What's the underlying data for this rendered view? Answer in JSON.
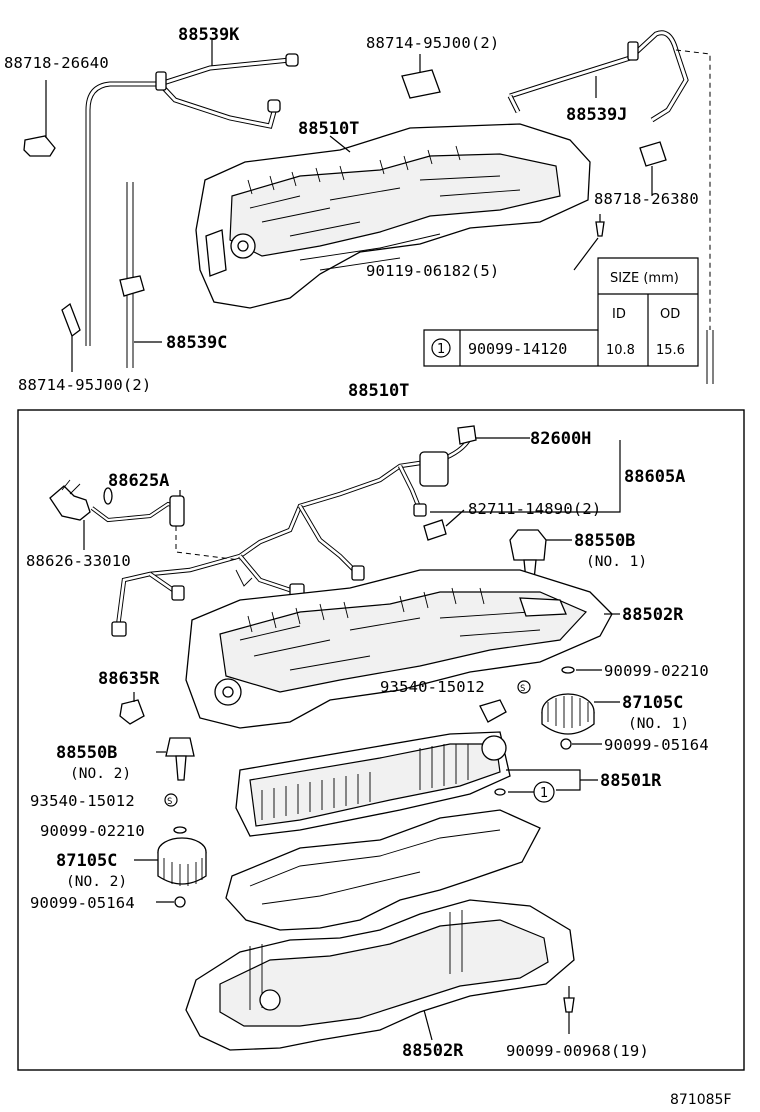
{
  "diagram": {
    "top_labels": {
      "p88539K": "88539K",
      "p88718_26640": "88718-26640",
      "p88714_95J00_top": "88714-95J00(2)",
      "p88539J": "88539J",
      "p88510T_upper": "88510T",
      "p88718_26380": "88718-26380",
      "p90119_06182": "90119-06182(5)",
      "p88539C": "88539C",
      "p88714_95J00_left": "88714-95J00(2)",
      "p88510T_box": "88510T"
    },
    "size_table": {
      "title": "SIZE (mm)",
      "col_id": "ID",
      "col_od": "OD",
      "marker": "1",
      "part": "90099-14120",
      "id_value": "10.8",
      "od_value": "15.6"
    },
    "box_labels": {
      "p82600H": "82600H",
      "p88605A": "88605A",
      "p88625A": "88625A",
      "p82711_14890": "82711-14890(2)",
      "p88626_33010": "88626-33010",
      "p88550B_1": "88550B",
      "p88550B_1_sub": "(NO. 1)",
      "p88502R_top": "88502R",
      "p90099_02210_r": "90099-02210",
      "p88635R": "88635R",
      "p93540_15012_r": "93540-15012",
      "p87105C_1": "87105C",
      "p87105C_1_sub": "(NO. 1)",
      "p88550B_2": "88550B",
      "p88550B_2_sub": "(NO. 2)",
      "p90099_05164_r": "90099-05164",
      "p88501R": "88501R",
      "p88501R_marker": "1",
      "p93540_15012_l": "93540-15012",
      "p90099_02210_l": "90099-02210",
      "p87105C_2": "87105C",
      "p87105C_2_sub": "(NO. 2)",
      "p90099_05164_l": "90099-05164",
      "p88502R_bottom": "88502R",
      "p90099_00968": "90099-00968(19)"
    },
    "symbols": {
      "s_circle": "S"
    },
    "figure_code": "871085F"
  }
}
